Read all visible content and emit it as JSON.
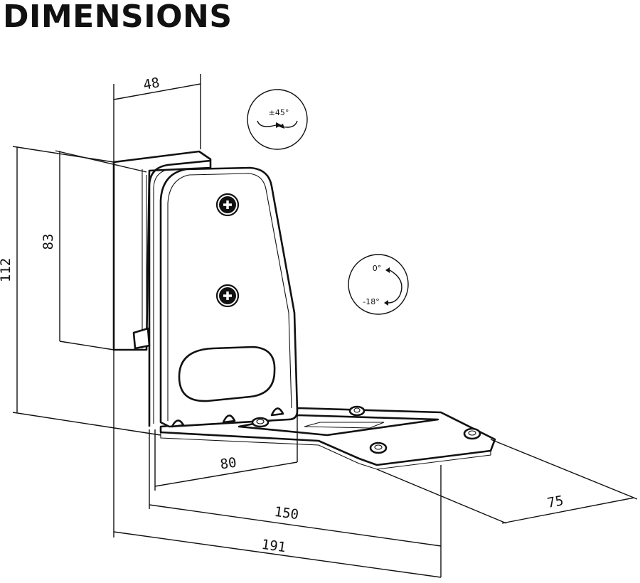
{
  "title": "DIMENSIONS",
  "dimensions": {
    "depth_top": "48",
    "inner_height": "83",
    "total_height": "112",
    "slot_offset": "80",
    "plate_width": "150",
    "total_width": "191",
    "plate_depth": "75"
  },
  "badges": {
    "swivel": "±45°",
    "tilt_top": "0°",
    "tilt_bottom": "-18°"
  },
  "icons": [
    "swivel-arrows-icon",
    "tilt-arc-icon",
    "screw-icon"
  ]
}
